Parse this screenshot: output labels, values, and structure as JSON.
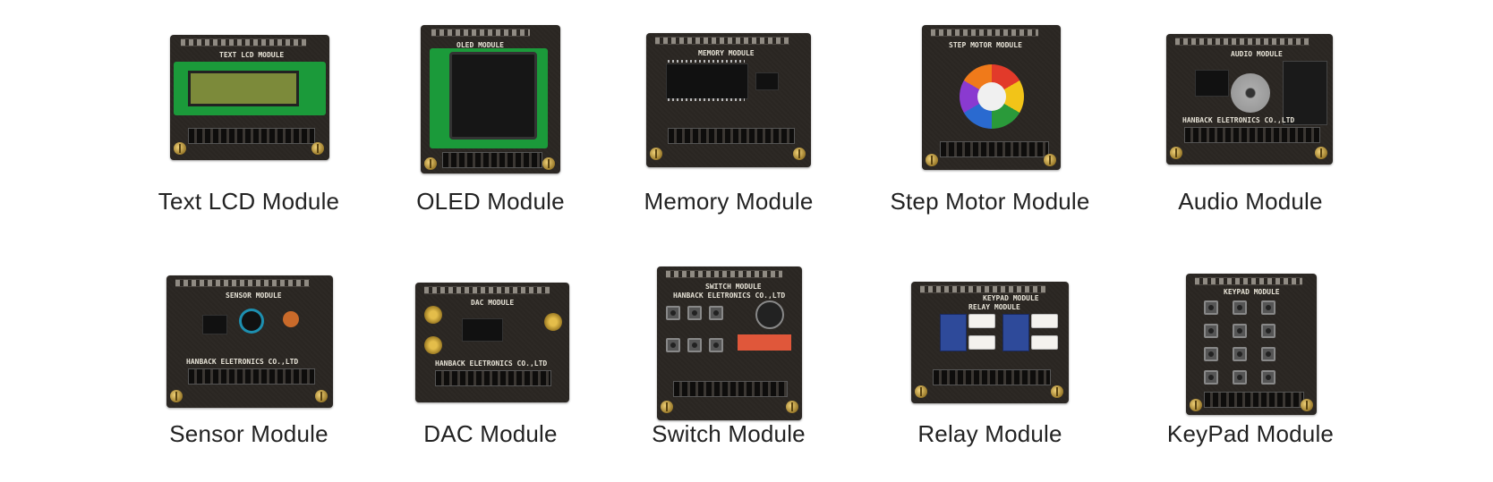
{
  "modules": [
    {
      "id": "text-lcd",
      "caption": "Text LCD Module",
      "silk": "TEXT LCD MODULE"
    },
    {
      "id": "oled",
      "caption": "OLED Module",
      "silk": "OLED MODULE"
    },
    {
      "id": "memory",
      "caption": "Memory Module",
      "silk": "MEMORY MODULE"
    },
    {
      "id": "step-motor",
      "caption": "Step Motor Module",
      "silk": "STEP MOTOR MODULE"
    },
    {
      "id": "audio",
      "caption": "Audio Module",
      "silk": "AUDIO MODULE",
      "silk2": "HANBACK ELETRONICS CO.,LTD"
    },
    {
      "id": "sensor",
      "caption": "Sensor Module",
      "silk": "SENSOR MODULE",
      "silk2": "HANBACK ELETRONICS CO.,LTD"
    },
    {
      "id": "dac",
      "caption": "DAC Module",
      "silk": "DAC MODULE",
      "silk2": "HANBACK ELETRONICS CO.,LTD"
    },
    {
      "id": "switch",
      "caption": "Switch Module",
      "silk": "SWITCH MODULE",
      "silk2": "HANBACK ELETRONICS CO.,LTD"
    },
    {
      "id": "relay",
      "caption": "Relay Module",
      "silk": "KEYPAD MODULE",
      "silk2": "RELAY MODULE"
    },
    {
      "id": "keypad",
      "caption": "KeyPad Module",
      "silk": "KEYPAD MODULE"
    }
  ],
  "colors": {
    "board": "#2a2622",
    "lcd_green": "#1b9a3a",
    "relay_blue": "#2e4a9a",
    "dip_red": "#e0573a"
  }
}
